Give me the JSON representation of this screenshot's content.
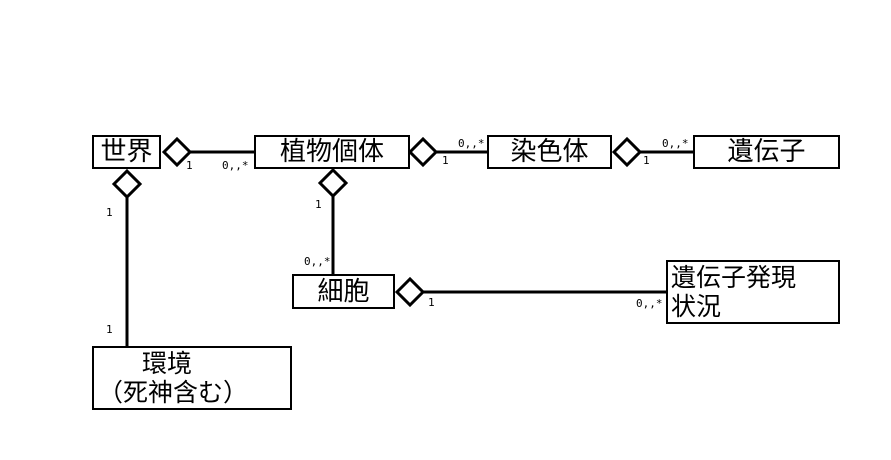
{
  "classes": {
    "world": "世界",
    "plant": "植物個体",
    "chromosome": "染色体",
    "gene": "遺伝子",
    "cell": "細胞",
    "expression_line1": "遺伝子発現",
    "expression_line2": "状況",
    "environment_line1": "環境",
    "environment_line2": "（死神含む）"
  },
  "multiplicities": {
    "world_plant_whole": "1",
    "world_plant_part": "0,,*",
    "plant_chromosome_whole": "1",
    "plant_chromosome_part": "0,,*",
    "chromosome_gene_whole": "1",
    "chromosome_gene_part": "0,,*",
    "plant_cell_whole": "1",
    "plant_cell_part": "0,,*",
    "cell_expression_whole": "1",
    "cell_expression_part": "0,,*",
    "world_environment_whole": "1",
    "world_environment_part": "1"
  }
}
